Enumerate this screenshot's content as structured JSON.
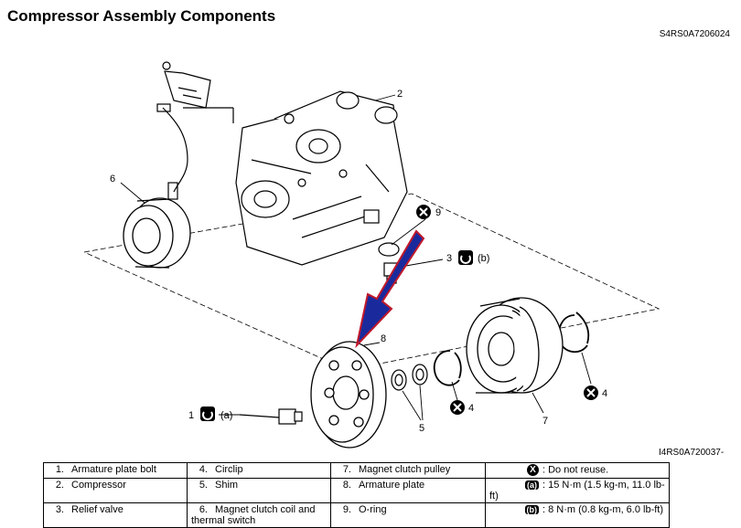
{
  "header": {
    "title": "Compressor Assembly Components",
    "code": "S4RS0A7206024"
  },
  "figure": {
    "code": "I4RS0A720037-",
    "callouts": {
      "c1": "1",
      "c1_note": "(a)",
      "c2": "2",
      "c3": "3",
      "c3_note": "(b)",
      "c4a": "4",
      "c4b": "4",
      "c5": "5",
      "c6": "6",
      "c7": "7",
      "c8": "8",
      "c9": "9"
    },
    "colors": {
      "arrow": "#1a2a9c",
      "arrow_outline": "#c0182a",
      "line": "#000000"
    }
  },
  "legend": {
    "rows": [
      {
        "n1": "1.",
        "t1": "Armature plate bolt",
        "n2": "4.",
        "t2": "Circlip",
        "n3": "7.",
        "t3": "Magnet clutch pulley",
        "s4": "X",
        "t4": ":   Do not reuse."
      },
      {
        "n1": "2.",
        "t1": "Compressor",
        "n2": "5.",
        "t2": "Shim",
        "n3": "8.",
        "t3": "Armature plate",
        "s4": "(a)",
        "t4": ":   15 N·m (1.5 kg-m, 11.0 lb-ft)"
      },
      {
        "n1": "3.",
        "t1": "Relief valve",
        "n2": "6.",
        "t2": "Magnet clutch coil and thermal switch",
        "n3": "9.",
        "t3": "O-ring",
        "s4": "(b)",
        "t4": ":   8 N·m (0.8 kg-m, 6.0 lb-ft)"
      }
    ]
  }
}
